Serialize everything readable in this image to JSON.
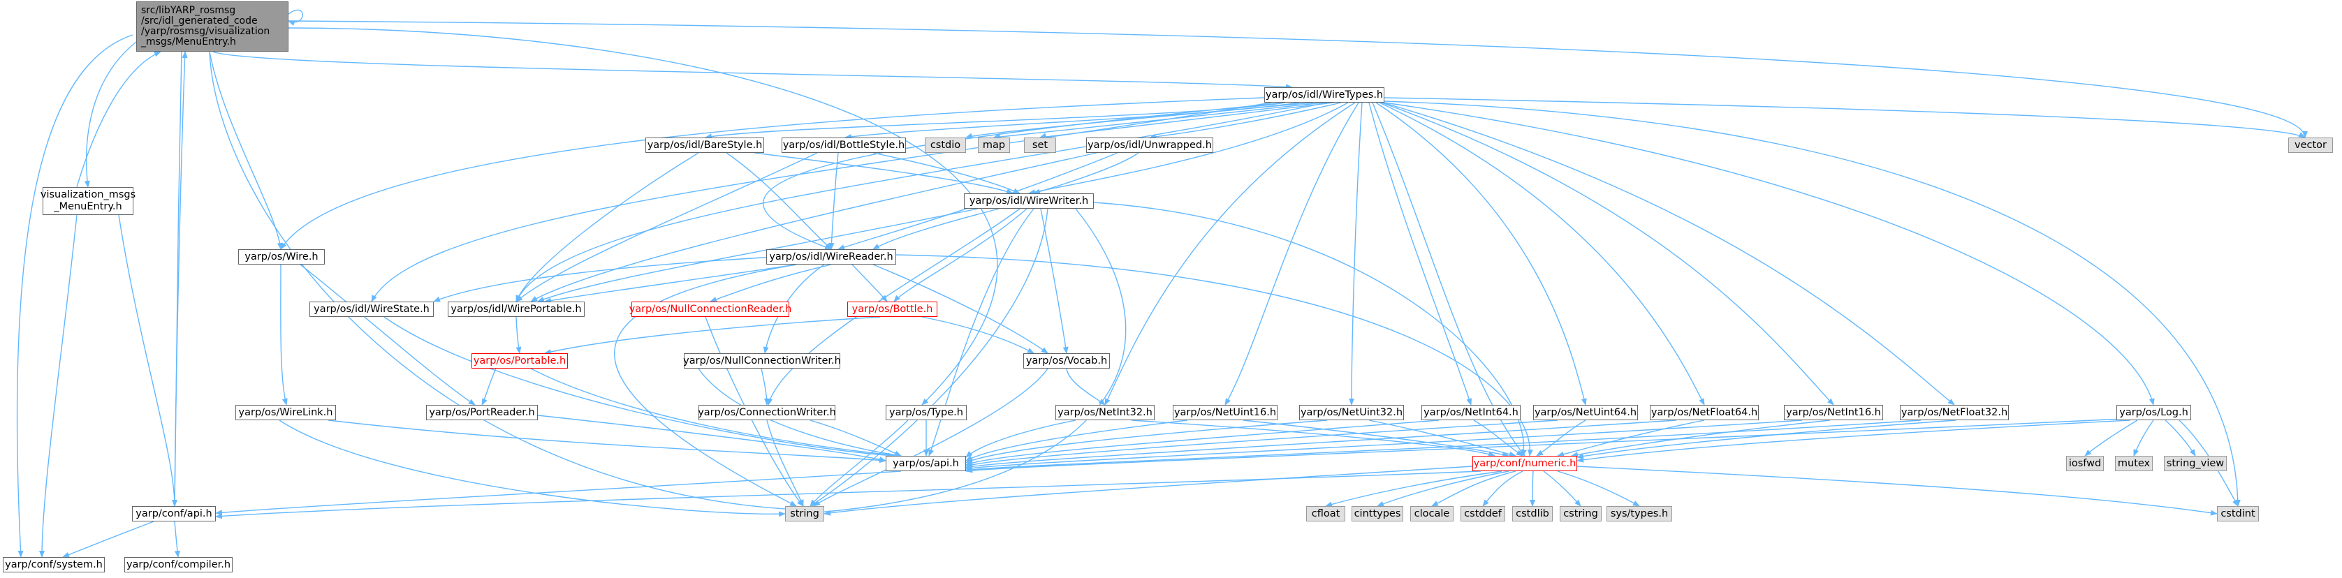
{
  "diagram": {
    "nodes": {
      "root": "src/libYARP_rosmsg\n/src/idl_generated_code\n/yarp/rosmsg/visualization\n_msgs/MenuEntry.h",
      "wiretypes": "yarp/os/idl/WireTypes.h",
      "vismsgs": "visualization_msgs\n_MenuEntry.h",
      "wire": "yarp/os/Wire.h",
      "barestyle": "yarp/os/idl/BareStyle.h",
      "bottlestyle": "yarp/os/idl/BottleStyle.h",
      "cstdio": "cstdio",
      "map": "map",
      "set": "set",
      "unwrapped": "yarp/os/idl/Unwrapped.h",
      "vector": "vector",
      "wirewriter": "yarp/os/idl/WireWriter.h",
      "wirereader": "yarp/os/idl/WireReader.h",
      "wirestate": "yarp/os/idl/WireState.h",
      "wireportable": "yarp/os/idl/WirePortable.h",
      "nullreader": "yarp/os/NullConnectionReader.h",
      "bottle": "yarp/os/Bottle.h",
      "portable": "yarp/os/Portable.h",
      "nullwriter": "yarp/os/NullConnectionWriter.h",
      "vocab": "yarp/os/Vocab.h",
      "wirelink": "yarp/os/WireLink.h",
      "portreader": "yarp/os/PortReader.h",
      "connwriter": "yarp/os/ConnectionWriter.h",
      "type": "yarp/os/Type.h",
      "netint32": "yarp/os/NetInt32.h",
      "netuint16": "yarp/os/NetUint16.h",
      "netuint32": "yarp/os/NetUint32.h",
      "netint64": "yarp/os/NetInt64.h",
      "netuint64": "yarp/os/NetUint64.h",
      "netfloat64": "yarp/os/NetFloat64.h",
      "netint16": "yarp/os/NetInt16.h",
      "netfloat32": "yarp/os/NetFloat32.h",
      "log": "yarp/os/Log.h",
      "osapi": "yarp/os/api.h",
      "numeric": "yarp/conf/numeric.h",
      "iosfwd": "iosfwd",
      "mutex": "mutex",
      "string_view": "string_view",
      "confapi": "yarp/conf/api.h",
      "string": "string",
      "cfloat": "cfloat",
      "cinttypes": "cinttypes",
      "clocale": "clocale",
      "cstddef": "cstddef",
      "cstdlib": "cstdlib",
      "cstring": "cstring",
      "systypes": "sys/types.h",
      "cstdint": "cstdint",
      "system": "yarp/conf/system.h",
      "compiler": "yarp/conf/compiler.h"
    }
  },
  "colors": {
    "edge": "#63b8ff",
    "node_border": "#666666",
    "root_fill": "#999999",
    "system_fill": "#e0e0e0",
    "warning_text": "#ff0000"
  }
}
